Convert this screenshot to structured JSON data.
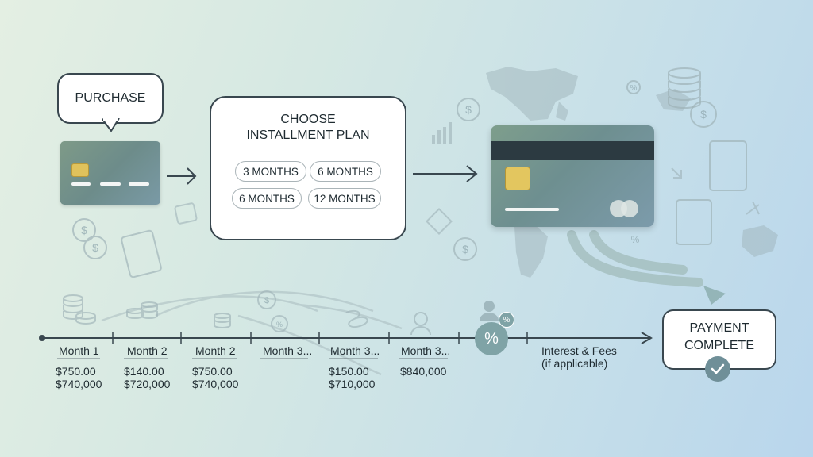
{
  "purchase": {
    "label": "PURCHASE"
  },
  "plan": {
    "title_line1": "CHOOSE",
    "title_line2": "INSTALLMENT PLAN",
    "options": [
      "3 MONTHS",
      "6 MONTHS",
      "6 MONTHS",
      "12 MONTHS"
    ]
  },
  "timeline": {
    "months": [
      {
        "label": "Month 1",
        "amount": "$750.00",
        "total": "$740,000"
      },
      {
        "label": "Month 2",
        "amount": "$140.00",
        "total": "$720,000"
      },
      {
        "label": "Month 2",
        "amount": "$750.00",
        "total": "$740,000"
      },
      {
        "label": "Month 3...",
        "amount": "",
        "total": ""
      },
      {
        "label": "Month 3...",
        "amount": "$150.00",
        "total": "$710,000"
      },
      {
        "label": "Month 3...",
        "amount": "$840,000",
        "total": ""
      }
    ],
    "percent_symbol": "%",
    "interest_line1": "Interest & Fees",
    "interest_line2": "(if applicable)"
  },
  "complete": {
    "line1": "PAYMENT",
    "line2": "COMPLETE"
  },
  "icons": {
    "dollar": "$",
    "percent": "%"
  },
  "colors": {
    "card_green": "#7e9a88",
    "card_teal": "#6d8c8a",
    "chip_gold": "#e0c25c",
    "stripe_dark": "#2c3a41",
    "accent_teal": "#7fa3a6",
    "outline": "#39474f"
  }
}
